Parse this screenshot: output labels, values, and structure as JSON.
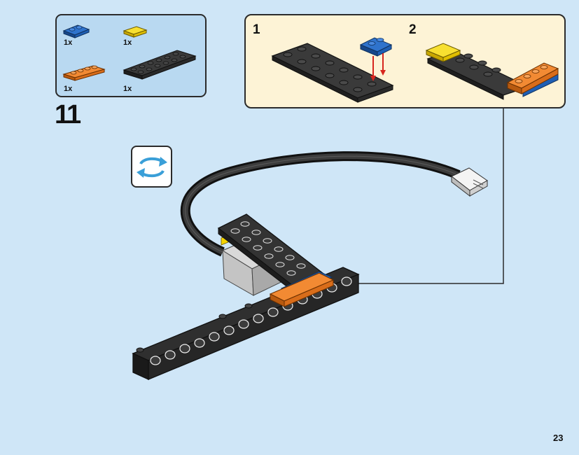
{
  "parts_list": {
    "items": [
      {
        "name": "blue 1x2 plate",
        "qty": "1x",
        "color": "#1f5fb4"
      },
      {
        "name": "yellow 1x2 tile",
        "qty": "1x",
        "color": "#f4d400"
      },
      {
        "name": "orange 1x4 plate",
        "qty": "1x",
        "color": "#f07f22"
      },
      {
        "name": "black 2x6 plate",
        "qty": "1x",
        "color": "#2e2e2e"
      }
    ]
  },
  "step": {
    "number": "11"
  },
  "substeps": [
    {
      "label": "1"
    },
    {
      "label": "2"
    }
  ],
  "rotate_icon": "rotate-model-icon",
  "page": {
    "number": "23"
  },
  "colors": {
    "background": "#cfe6f7",
    "parts_box": "#b9d9f1",
    "callout_box": "#fdf3d6",
    "arrow_red": "#d7261e",
    "rotate_arrow": "#3a9fd8"
  }
}
